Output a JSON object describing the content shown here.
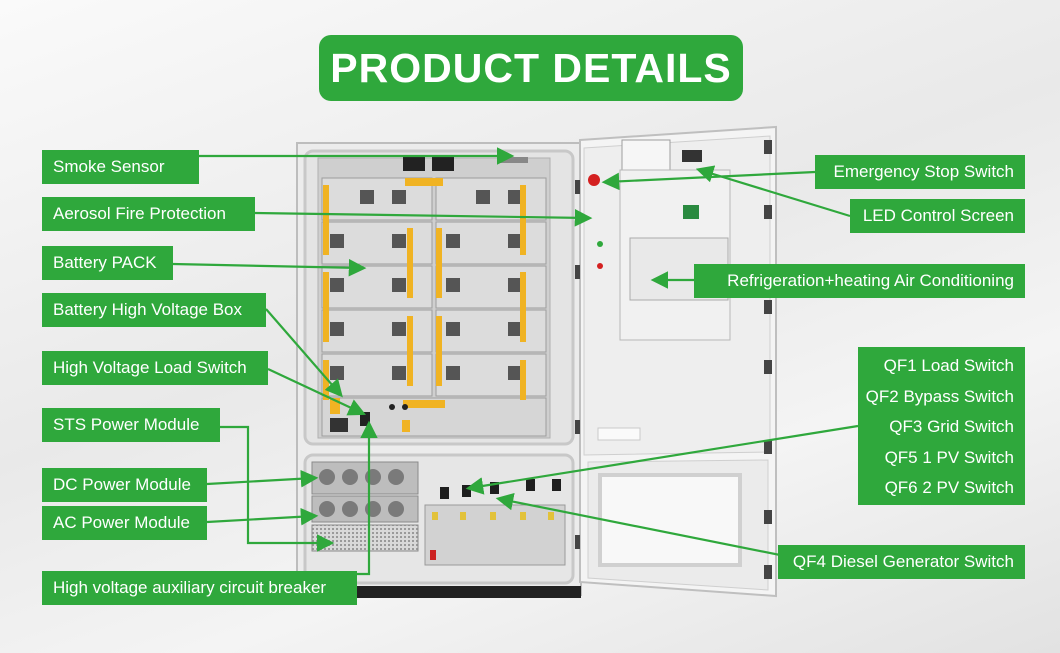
{
  "title": "PRODUCT DETAILS",
  "left_labels": [
    "Smoke Sensor",
    "Aerosol Fire Protection",
    "Battery PACK",
    "Battery High Voltage Box",
    "High Voltage Load Switch",
    "STS Power Module",
    "DC Power Module",
    "AC Power Module",
    "High voltage auxiliary circuit breaker"
  ],
  "right_labels": {
    "emergency_stop": "Emergency Stop Switch",
    "led_screen": "LED Control Screen",
    "air_conditioning": "Refrigeration+heating Air Conditioning",
    "qf_switches": [
      "QF1 Load Switch",
      "QF2 Bypass Switch",
      "QF3 Grid Switch",
      "QF5 1 PV Switch",
      "QF6 2 PV Switch"
    ],
    "diesel_switch": "QF4 Diesel Generator Switch"
  },
  "colors": {
    "label_green": "#2fa83c",
    "arrow_green": "#2fa83c",
    "cabinet_white": "#f2f2f2",
    "handle_yellow": "#f0b323"
  }
}
